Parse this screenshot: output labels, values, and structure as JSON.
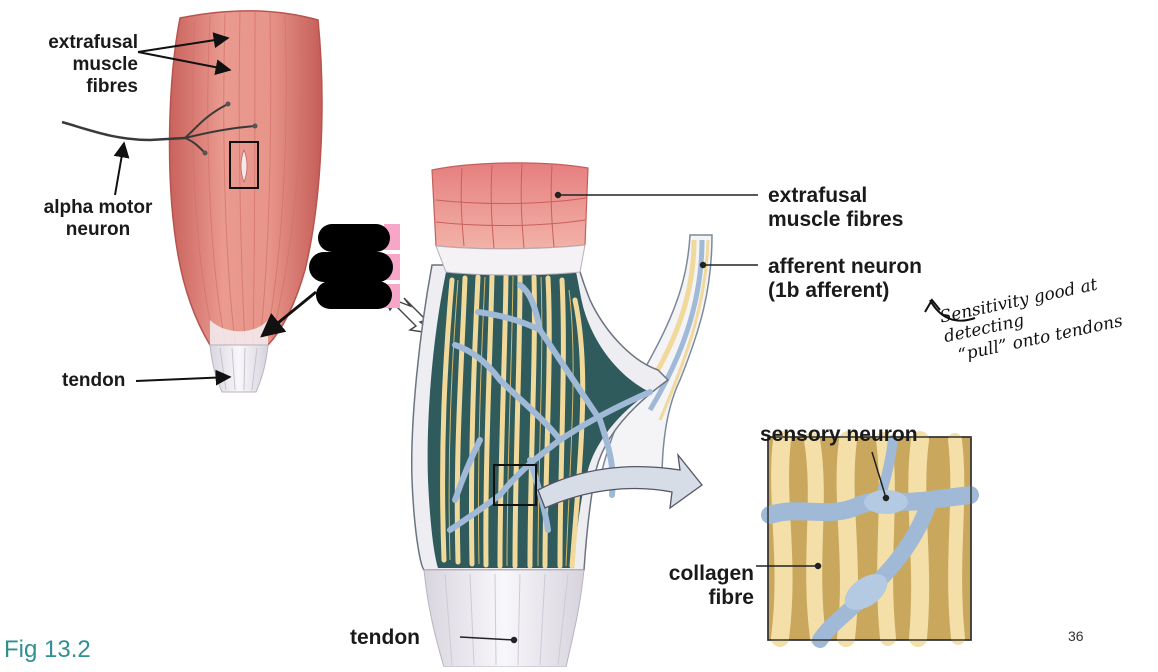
{
  "labels": {
    "left_extrafusal": "extrafusal\nmuscle fibres",
    "alpha_motor": "alpha motor\nneuron",
    "left_tendon": "tendon",
    "right_extrafusal": "extrafusal\nmuscle fibres",
    "afferent": "afferent neuron\n(1b afferent)",
    "sensory": "sensory neuron",
    "collagen": "collagen\nfibre",
    "bottom_tendon": "tendon"
  },
  "handwriting": {
    "note_line1": "Sensitivity good at detecting",
    "note_line2": "“pull” onto tendons"
  },
  "figure_caption": "Fig 13.2",
  "page_number": "36",
  "colors": {
    "muscle": "#e2897f",
    "muscle_dark": "#c7615a",
    "tendon": "#eeebf0",
    "collagen": "#f0d99a",
    "neuron_blue": "#9fb9d6",
    "capsule": "#355f60",
    "caption": "#2f8f91",
    "highlight_pink": "#f7a6c8"
  }
}
